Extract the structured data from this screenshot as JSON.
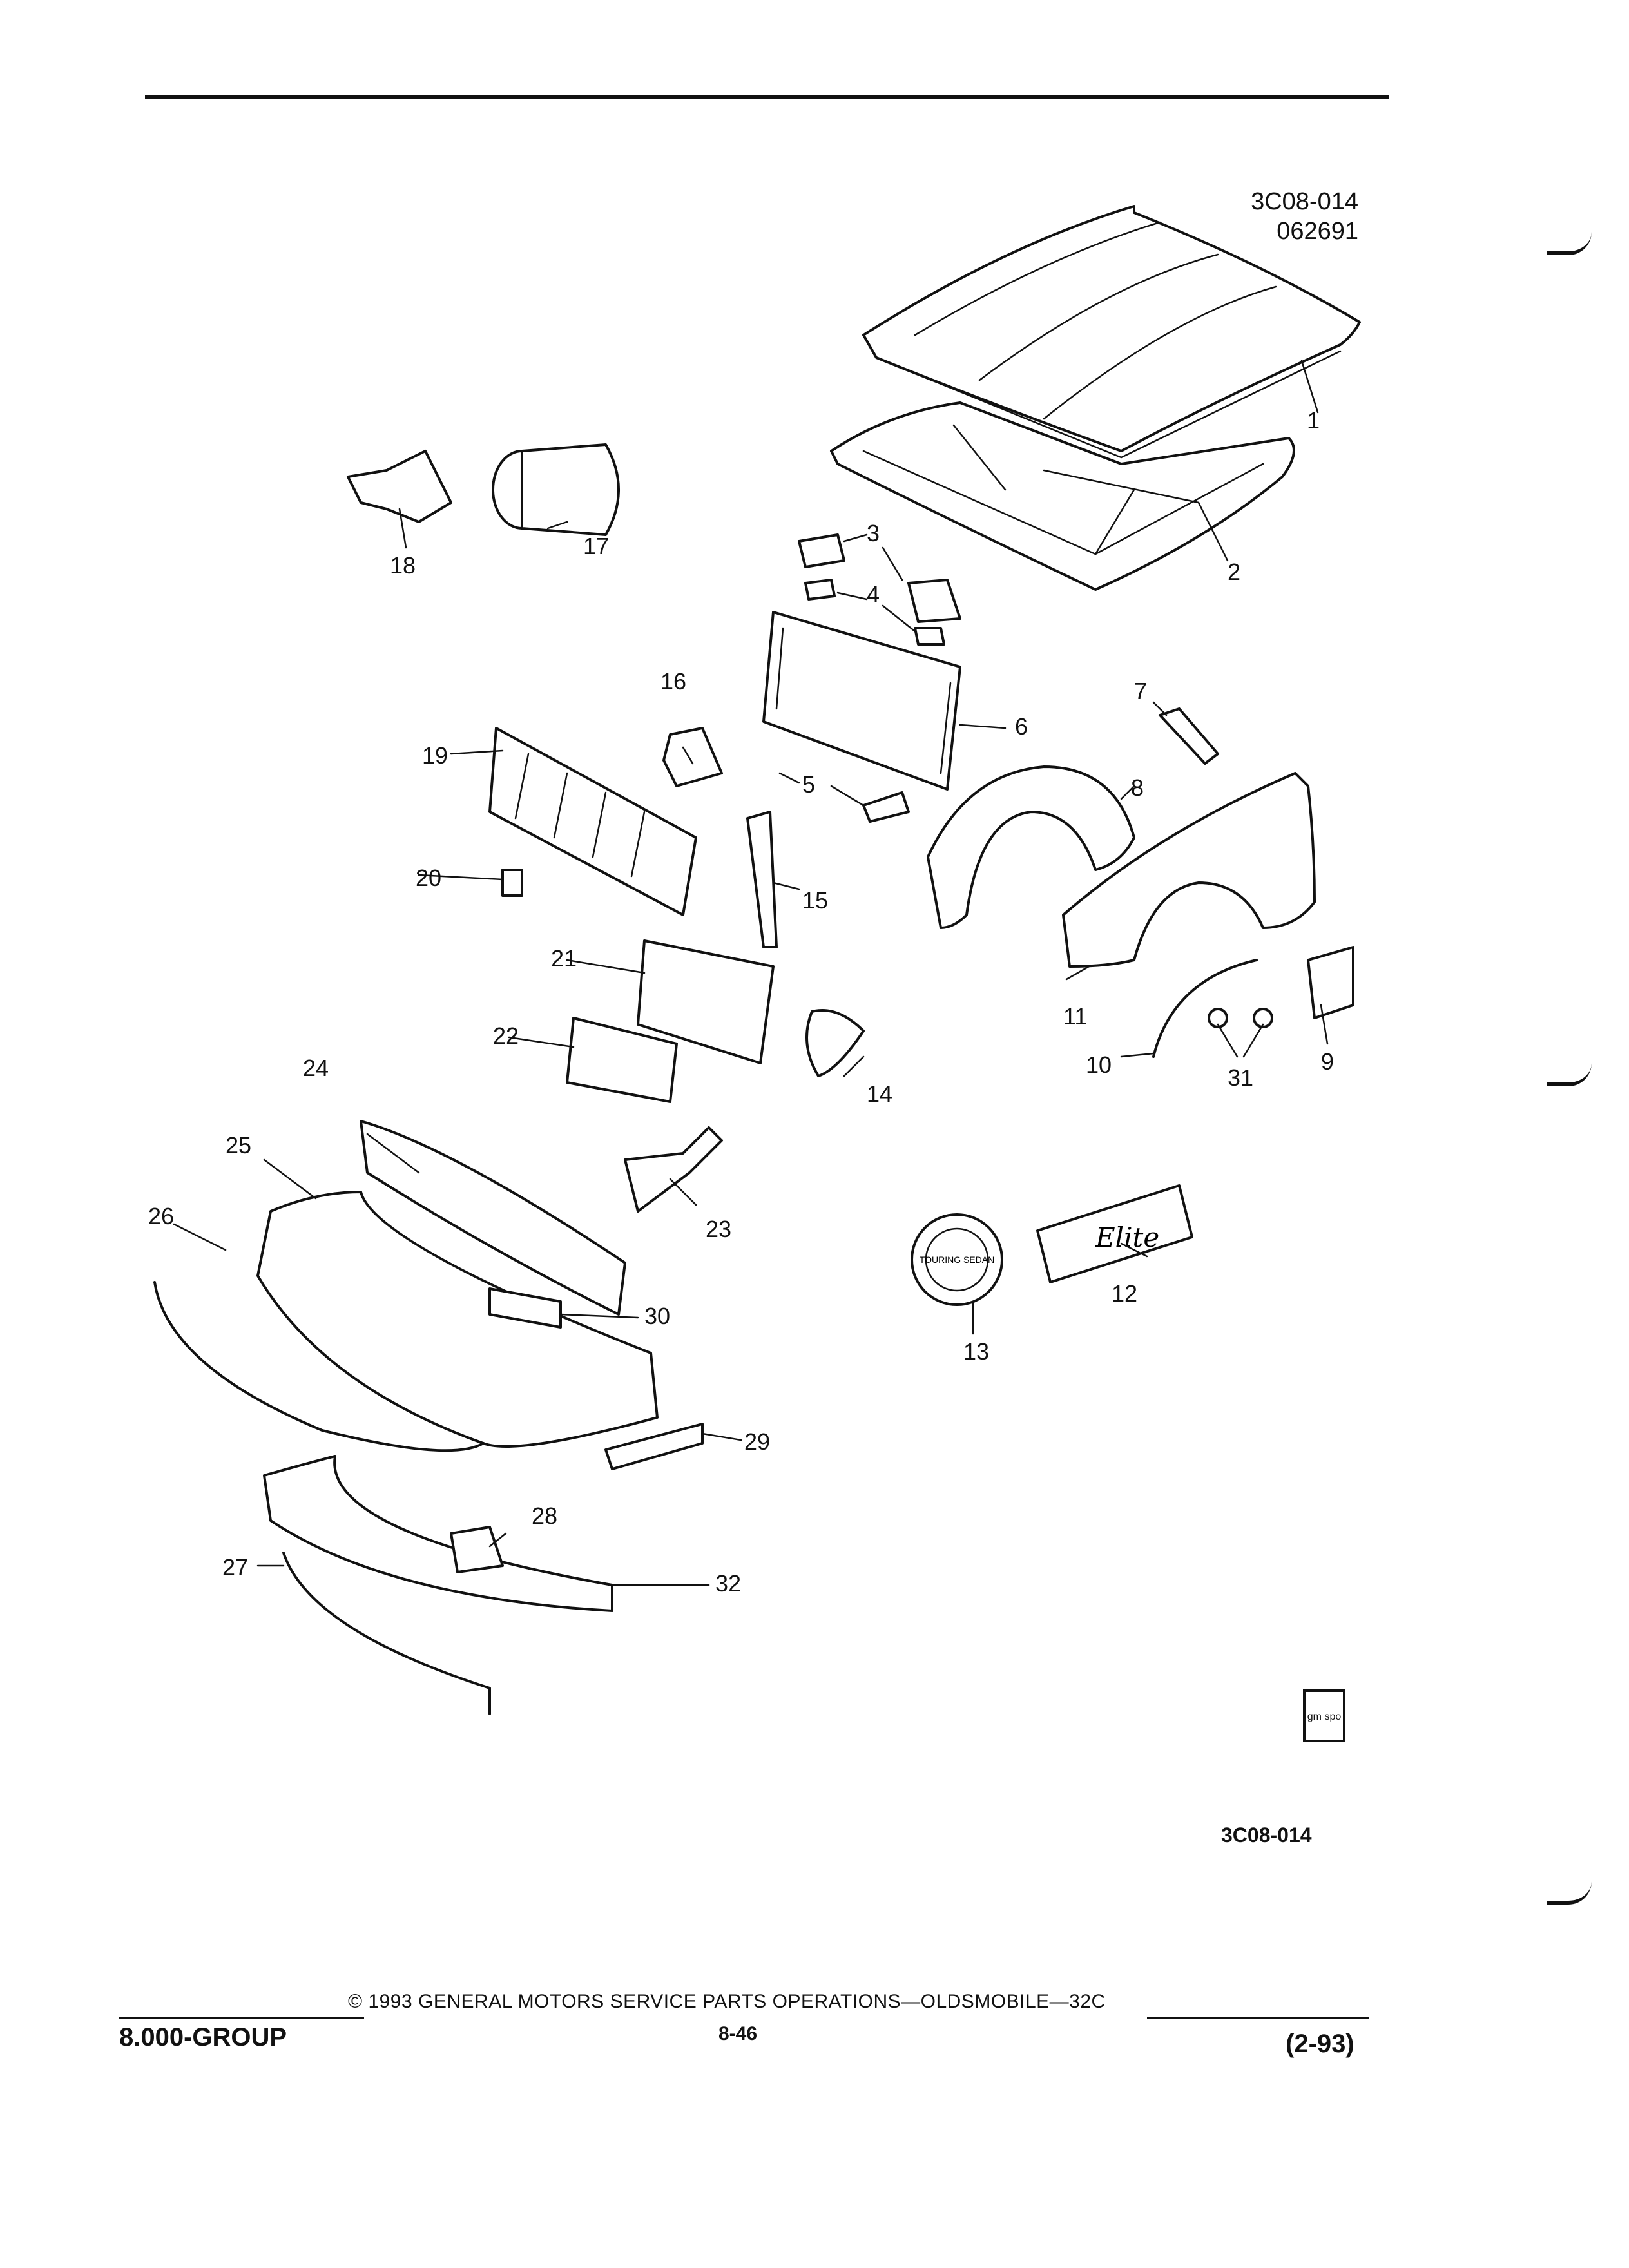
{
  "header": {
    "ref_code": "3C08-014",
    "ref_date": "062691"
  },
  "diagram": {
    "callouts": [
      "1",
      "2",
      "3",
      "4",
      "5",
      "6",
      "7",
      "8",
      "9",
      "10",
      "11",
      "12",
      "13",
      "14",
      "15",
      "16",
      "17",
      "18",
      "19",
      "20",
      "21",
      "22",
      "23",
      "24",
      "25",
      "26",
      "27",
      "28",
      "29",
      "30",
      "31",
      "32"
    ],
    "emblem_12_text": "Elite",
    "emblem_13_text": "TOURING SEDAN"
  },
  "badge": {
    "logo_text": "gm spo"
  },
  "bottom_code": "3C08-014",
  "footer": {
    "group": "8.000-GROUP",
    "copyright": "© 1993 GENERAL MOTORS SERVICE PARTS OPERATIONS—OLDSMOBILE—32C",
    "page": "8-46",
    "date": "(2-93)"
  }
}
